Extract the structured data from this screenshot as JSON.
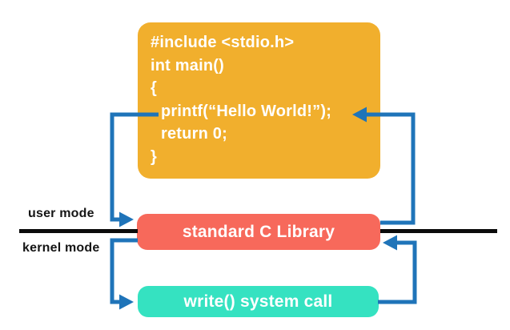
{
  "diagram": {
    "code_box": {
      "lines": [
        "#include <stdio.h>",
        "int main()",
        "{",
        "printf(“Hello World!”);",
        "return 0;",
        "}"
      ]
    },
    "library_box": {
      "label": "standard C Library"
    },
    "syscall_box": {
      "label": "write() system call"
    },
    "mode_labels": {
      "user": "user mode",
      "kernel": "kernel mode"
    }
  },
  "colors": {
    "code_box_bg": "#F1AF2D",
    "library_box_bg": "#F7695B",
    "syscall_box_bg": "#35E2C1",
    "arrow_blue": "#1F74B9",
    "divider_black": "#0B0B0B",
    "box_text": "#FFFFFF",
    "label_text": "#151515"
  }
}
